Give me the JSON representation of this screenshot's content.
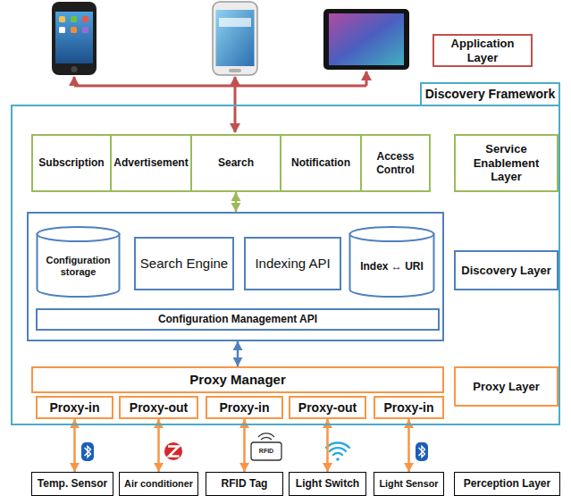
{
  "diagram": {
    "nodes": [
      {
        "text": [
          "Application Layer"
        ]
      },
      {
        "text": [
          "Discovery Framework"
        ]
      },
      {
        "text": [
          "Subscription"
        ],
        "in": 1
      },
      {
        "text": [
          "Advertisement"
        ],
        "in": 1
      },
      {
        "text": [
          "Search"
        ],
        "in": 1
      },
      {
        "text": [
          "Notification"
        ],
        "in": 1
      },
      {
        "text": [
          "Access Control"
        ],
        "in": 1
      },
      {
        "text": [
          "Service Enablement Layer"
        ],
        "in": 1
      },
      {
        "text": [],
        "in": 1
      },
      {
        "text": [
          "Configuration storage"
        ],
        "in": 8
      },
      {
        "text": [
          "Search Engine"
        ],
        "in": 8
      },
      {
        "text": [
          "Indexing API"
        ],
        "in": 8
      },
      {
        "text": [
          "Index ↔ URI"
        ],
        "in": 8
      },
      {
        "text": [
          "Configuration Management API"
        ],
        "in": 8
      },
      {
        "text": [
          "Discovery Layer"
        ],
        "in": 1
      },
      {
        "text": [
          "Proxy Manager"
        ],
        "in": 1
      },
      {
        "text": [
          "Proxy-in"
        ],
        "in": 1
      },
      {
        "text": [
          "Proxy-out"
        ],
        "in": 1
      },
      {
        "text": [
          "Proxy-in"
        ],
        "in": 1
      },
      {
        "text": [
          "Proxy-out"
        ],
        "in": 1
      },
      {
        "text": [
          "Proxy-in"
        ],
        "in": 1
      },
      {
        "text": [
          "Proxy Layer"
        ],
        "in": 1
      },
      {
        "text": [
          "Temp. Sensor"
        ]
      },
      {
        "text": [
          "Air conditioner"
        ]
      },
      {
        "text": [
          "RFID Tag"
        ]
      },
      {
        "text": [
          "Light Switch"
        ]
      },
      {
        "text": [
          "Light Sensor"
        ]
      },
      {
        "text": [
          "Perception Layer"
        ]
      }
    ],
    "edges": [
      {
        "from": 4,
        "to": 8,
        "arrow": "both"
      },
      {
        "from": 8,
        "to": 15,
        "arrow": "both"
      },
      {
        "from": 16,
        "to": 22,
        "arrow": "both"
      },
      {
        "from": 17,
        "to": 23,
        "arrow": "both"
      },
      {
        "from": 18,
        "to": 24,
        "arrow": "both"
      },
      {
        "from": 19,
        "to": 25,
        "arrow": "both"
      },
      {
        "from": 20,
        "to": 26,
        "arrow": "both"
      }
    ],
    "labels": [
      "RFID"
    ]
  }
}
